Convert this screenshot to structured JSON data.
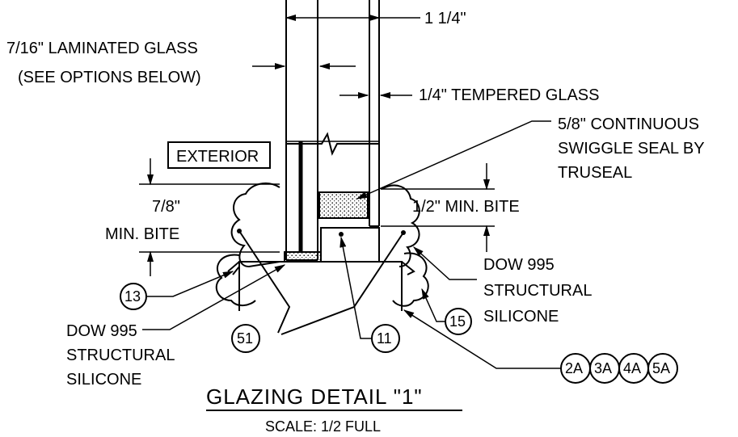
{
  "diagram": {
    "dimension_top": "1 1/4\"",
    "laminated_glass_line1": "7/16\" LAMINATED GLASS",
    "laminated_glass_line2": "(SEE OPTIONS BELOW)",
    "tempered_glass": "1/4\" TEMPERED GLASS",
    "swiggle_line1": "5/8\" CONTINUOUS",
    "swiggle_line2": "SWIGGLE SEAL BY",
    "swiggle_line3": "TRUSEAL",
    "exterior": "EXTERIOR",
    "left_bite_line1": "7/8\"",
    "left_bite_line2": "MIN. BITE",
    "right_bite": "1/2\" MIN. BITE",
    "right_silicone_line1": "DOW 995",
    "right_silicone_line2": "STRUCTURAL",
    "right_silicone_line3": "SILICONE",
    "left_silicone_line1": "DOW 995",
    "left_silicone_line2": "STRUCTURAL",
    "left_silicone_line3": "SILICONE",
    "tags": {
      "t13": "13",
      "t51": "51",
      "t11": "11",
      "t15": "15",
      "t2a": "2A",
      "t3a": "3A",
      "t4a": "4A",
      "t5a": "5A"
    },
    "title": "GLAZING DETAIL \"1\"",
    "scale": "SCALE: 1/2 FULL"
  }
}
